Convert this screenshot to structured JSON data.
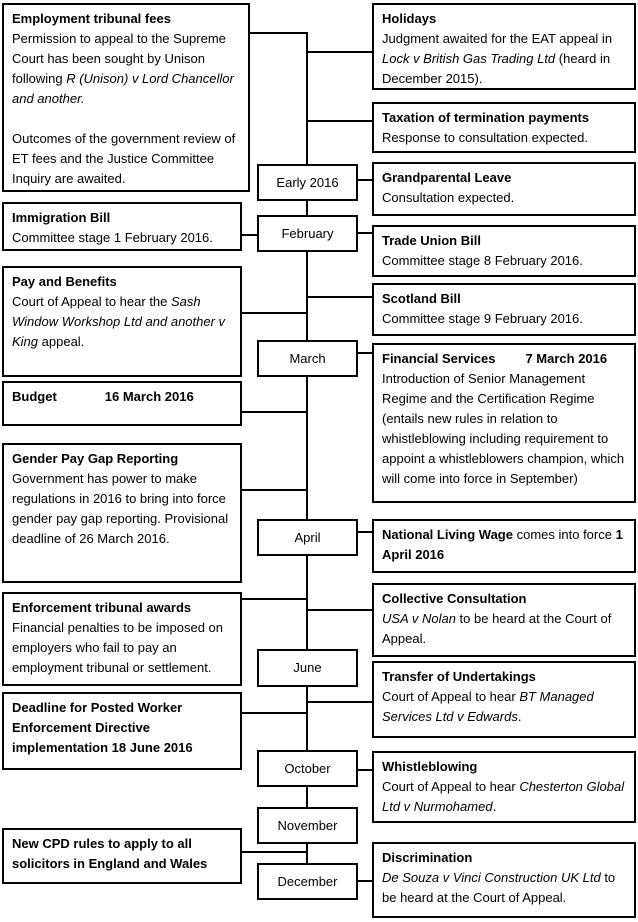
{
  "timeline": {
    "months": [
      "Early 2016",
      "February",
      "March",
      "April",
      "June",
      "October",
      "November",
      "December"
    ]
  },
  "left": {
    "employment": {
      "title": "Employment tribunal fees",
      "p1a": "Permission to appeal to the Supreme Court has been sought by Unison following ",
      "p1b": "R (Unison) v Lord Chancellor and another.",
      "p2": "Outcomes of the government review of ET fees and the Justice Committee Inquiry are awaited."
    },
    "immigration": {
      "title": "Immigration Bill",
      "body": "Committee stage 1 February 2016."
    },
    "pay_benefits": {
      "title": "Pay and Benefits",
      "p1a": "Court of Appeal to hear the ",
      "p1b": "Sash Window Workshop Ltd and another v King",
      "p1c": " appeal."
    },
    "budget": {
      "label": "Budget",
      "date": "16 March 2016"
    },
    "gender_pay": {
      "title": "Gender Pay Gap Reporting",
      "body": "Government has power to make regulations in 2016 to bring into force gender pay gap reporting. Provisional deadline of 26 March 2016."
    },
    "enforcement": {
      "title": "Enforcement tribunal awards",
      "body": "Financial penalties to be imposed on employers who fail to pay an employment tribunal or settlement."
    },
    "posted_worker": {
      "text": "Deadline for Posted Worker Enforcement Directive implementation 18 June 2016"
    },
    "cpd": {
      "text": "New CPD rules to apply to all solicitors in England and Wales"
    }
  },
  "right": {
    "holidays": {
      "title": "Holidays",
      "p1a": "Judgment awaited for the EAT appeal in ",
      "p1b": "Lock v British Gas Trading Ltd",
      "p1c": " (heard in December 2015)."
    },
    "taxation": {
      "title": "Taxation of termination payments",
      "body": "Response to consultation expected."
    },
    "grandparental": {
      "title": "Grandparental Leave",
      "body": "Consultation expected."
    },
    "trade_union": {
      "title": "Trade Union Bill",
      "body": "Committee stage 8 February 2016."
    },
    "scotland": {
      "title": "Scotland Bill",
      "body": "Committee stage 9 February 2016."
    },
    "financial": {
      "title": "Financial Services",
      "date": "7 March 2016",
      "body": "Introduction of Senior Management Regime and the Certification Regime (entails new rules in relation to whistleblowing including requirement to appoint a whistleblowers champion, which will come into force in September)"
    },
    "nlw": {
      "a": "National Living Wage",
      "b": " comes into force ",
      "c": "1 April 2016"
    },
    "collective": {
      "title": "Collective Consultation",
      "p1a": "USA v Nolan",
      "p1b": " to be heard at the Court of Appeal."
    },
    "tupe": {
      "title": "Transfer of Undertakings",
      "p1a": "Court of Appeal to hear ",
      "p1b": "BT Managed Services Ltd v Edwards",
      "p1c": "."
    },
    "whistleblowing": {
      "title": "Whistleblowing",
      "p1a": "Court of Appeal to hear ",
      "p1b": "Chesterton Global Ltd v Nurmohamed",
      "p1c": "."
    },
    "discrimination": {
      "title": "Discrimination",
      "p1a": "De Souza v Vinci Construction UK Ltd",
      "p1b": " to be heard at the Court of Appeal."
    }
  }
}
